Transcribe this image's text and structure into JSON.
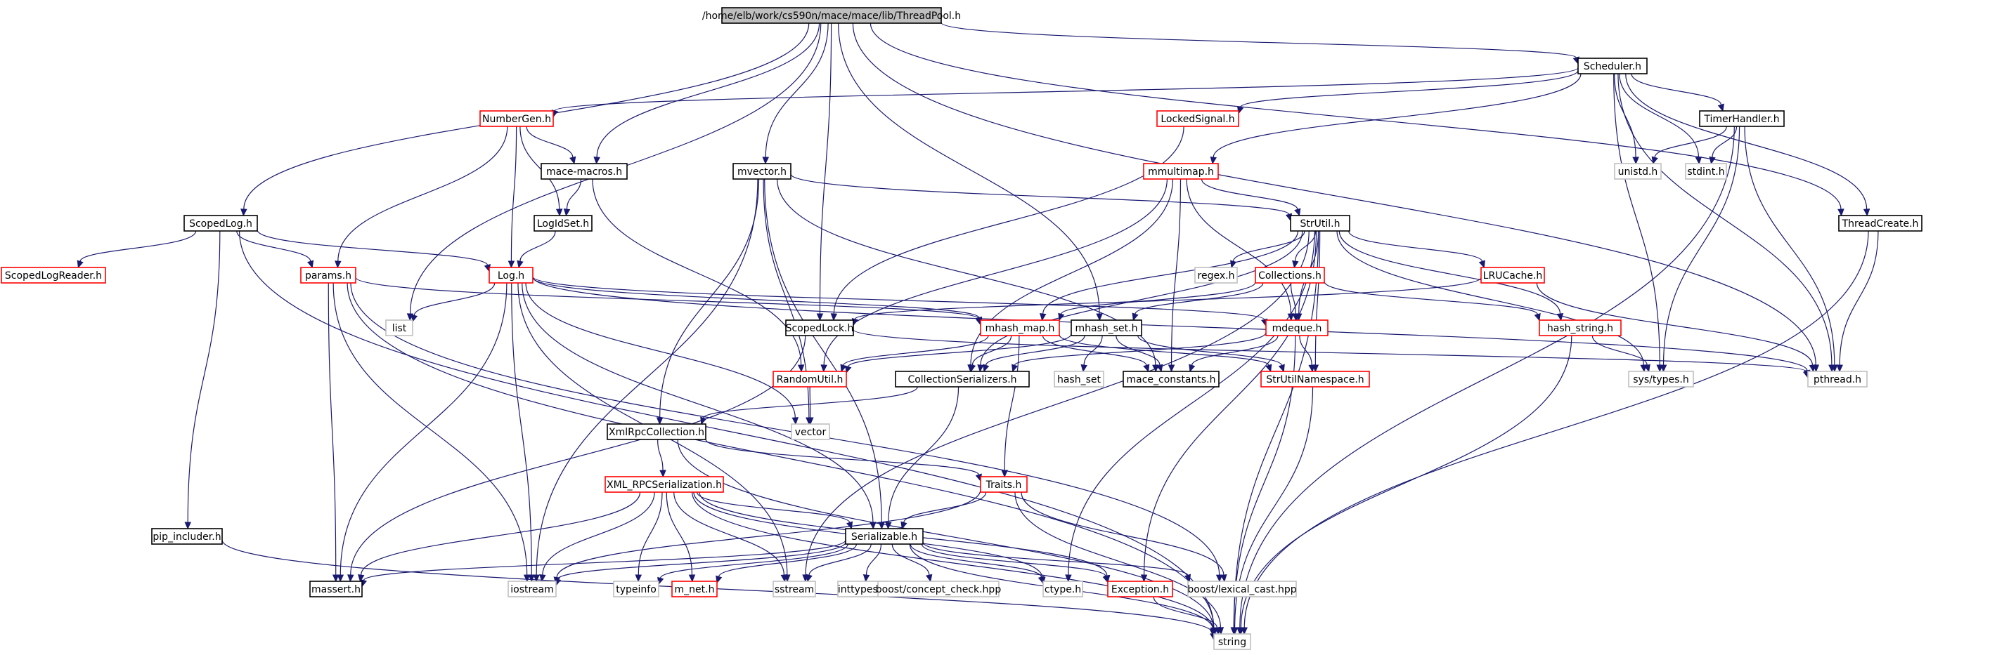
{
  "diagram": {
    "colors": {
      "root_fill": "#bfbfbf",
      "root_border": "#000000",
      "black_border": "#000000",
      "red_border": "#ff0000",
      "gray_border": "#bfbfbf",
      "edge": "#191970"
    },
    "nodes": [
      {
        "id": "root",
        "label": "/home/elb/work/cs590n/mace/mace/lib/ThreadPool.h",
        "style": "root"
      },
      {
        "id": "scheduler",
        "label": "Scheduler.h",
        "style": "black"
      },
      {
        "id": "numbergen",
        "label": "NumberGen.h",
        "style": "red"
      },
      {
        "id": "lockedsignal",
        "label": "LockedSignal.h",
        "style": "red"
      },
      {
        "id": "timerhandler",
        "label": "TimerHandler.h",
        "style": "black"
      },
      {
        "id": "macemacros",
        "label": "mace-macros.h",
        "style": "black"
      },
      {
        "id": "mvector",
        "label": "mvector.h",
        "style": "black"
      },
      {
        "id": "mmultimap",
        "label": "mmultimap.h",
        "style": "red"
      },
      {
        "id": "unistd",
        "label": "unistd.h",
        "style": "gray"
      },
      {
        "id": "stdint",
        "label": "stdint.h",
        "style": "gray"
      },
      {
        "id": "logidset",
        "label": "LogIdSet.h",
        "style": "black"
      },
      {
        "id": "scopedlog",
        "label": "ScopedLog.h",
        "style": "black"
      },
      {
        "id": "strutil",
        "label": "StrUtil.h",
        "style": "black"
      },
      {
        "id": "threadcreate",
        "label": "ThreadCreate.h",
        "style": "black"
      },
      {
        "id": "scopedlogreader",
        "label": "ScopedLogReader.h",
        "style": "red"
      },
      {
        "id": "params",
        "label": "params.h",
        "style": "red"
      },
      {
        "id": "log",
        "label": "Log.h",
        "style": "red"
      },
      {
        "id": "regex",
        "label": "regex.h",
        "style": "gray"
      },
      {
        "id": "collections",
        "label": "Collections.h",
        "style": "red"
      },
      {
        "id": "lrucache",
        "label": "LRUCache.h",
        "style": "red"
      },
      {
        "id": "list",
        "label": "list",
        "style": "gray"
      },
      {
        "id": "scopedlock",
        "label": "ScopedLock.h",
        "style": "black"
      },
      {
        "id": "mhashmap",
        "label": "mhash_map.h",
        "style": "red"
      },
      {
        "id": "mhashset",
        "label": "mhash_set.h",
        "style": "black"
      },
      {
        "id": "mdeque",
        "label": "mdeque.h",
        "style": "red"
      },
      {
        "id": "hashstring",
        "label": "hash_string.h",
        "style": "red"
      },
      {
        "id": "randomutil",
        "label": "RandomUtil.h",
        "style": "red"
      },
      {
        "id": "collser",
        "label": "CollectionSerializers.h",
        "style": "black"
      },
      {
        "id": "hashset",
        "label": "hash_set",
        "style": "gray"
      },
      {
        "id": "maceconst",
        "label": "mace_constants.h",
        "style": "black"
      },
      {
        "id": "strutilns",
        "label": "StrUtilNamespace.h",
        "style": "red"
      },
      {
        "id": "systypes",
        "label": "sys/types.h",
        "style": "gray"
      },
      {
        "id": "pthread",
        "label": "pthread.h",
        "style": "gray"
      },
      {
        "id": "xmlrpccoll",
        "label": "XmlRpcCollection.h",
        "style": "black"
      },
      {
        "id": "vector",
        "label": "vector",
        "style": "gray"
      },
      {
        "id": "xmlrpcser",
        "label": "XML_RPCSerialization.h",
        "style": "red"
      },
      {
        "id": "traits",
        "label": "Traits.h",
        "style": "red"
      },
      {
        "id": "pipincluder",
        "label": "pip_includer.h",
        "style": "black"
      },
      {
        "id": "serializable",
        "label": "Serializable.h",
        "style": "black"
      },
      {
        "id": "massert",
        "label": "massert.h",
        "style": "black"
      },
      {
        "id": "iostream",
        "label": "iostream",
        "style": "gray"
      },
      {
        "id": "typeinfo",
        "label": "typeinfo",
        "style": "gray"
      },
      {
        "id": "mnet",
        "label": "m_net.h",
        "style": "red"
      },
      {
        "id": "sstream",
        "label": "sstream",
        "style": "gray"
      },
      {
        "id": "inttypes",
        "label": "inttypes.h",
        "style": "gray"
      },
      {
        "id": "conceptcheck",
        "label": "boost/concept_check.hpp",
        "style": "gray"
      },
      {
        "id": "ctype",
        "label": "ctype.h",
        "style": "gray"
      },
      {
        "id": "exception",
        "label": "Exception.h",
        "style": "red"
      },
      {
        "id": "lexicalcast",
        "label": "boost/lexical_cast.hpp",
        "style": "gray"
      },
      {
        "id": "string",
        "label": "string",
        "style": "gray"
      }
    ],
    "edges": [
      [
        "root",
        "scheduler"
      ],
      [
        "root",
        "scopedlog"
      ],
      [
        "root",
        "list"
      ],
      [
        "root",
        "macemacros"
      ],
      [
        "root",
        "mvector"
      ],
      [
        "root",
        "scopedlock"
      ],
      [
        "root",
        "mhashset"
      ],
      [
        "root",
        "threadcreate"
      ],
      [
        "root",
        "pthread"
      ],
      [
        "scheduler",
        "numbergen"
      ],
      [
        "scheduler",
        "lockedsignal"
      ],
      [
        "scheduler",
        "mmultimap"
      ],
      [
        "scheduler",
        "timerhandler"
      ],
      [
        "scheduler",
        "unistd"
      ],
      [
        "scheduler",
        "stdint"
      ],
      [
        "scheduler",
        "systypes"
      ],
      [
        "scheduler",
        "pthread"
      ],
      [
        "scheduler",
        "threadcreate"
      ],
      [
        "timerhandler",
        "unistd"
      ],
      [
        "timerhandler",
        "stdint"
      ],
      [
        "timerhandler",
        "systypes"
      ],
      [
        "timerhandler",
        "pthread"
      ],
      [
        "timerhandler",
        "string"
      ],
      [
        "threadcreate",
        "pthread"
      ],
      [
        "threadcreate",
        "string"
      ],
      [
        "numbergen",
        "macemacros"
      ],
      [
        "numbergen",
        "logidset"
      ],
      [
        "numbergen",
        "log"
      ],
      [
        "numbergen",
        "params"
      ],
      [
        "lockedsignal",
        "scopedlock"
      ],
      [
        "macemacros",
        "logidset"
      ],
      [
        "macemacros",
        "randomutil"
      ],
      [
        "logidset",
        "log"
      ],
      [
        "mvector",
        "strutil"
      ],
      [
        "mvector",
        "xmlrpccoll"
      ],
      [
        "mvector",
        "serializable"
      ],
      [
        "mvector",
        "vector"
      ],
      [
        "mvector",
        "maceconst"
      ],
      [
        "mvector",
        "iostream"
      ],
      [
        "mmultimap",
        "strutil"
      ],
      [
        "mmultimap",
        "collser"
      ],
      [
        "mmultimap",
        "mdeque"
      ],
      [
        "mmultimap",
        "maceconst"
      ],
      [
        "mmultimap",
        "randomutil"
      ],
      [
        "scopedlog",
        "scopedlogreader"
      ],
      [
        "scopedlog",
        "params"
      ],
      [
        "scopedlog",
        "log"
      ],
      [
        "scopedlog",
        "pipincluder"
      ],
      [
        "scopedlog",
        "string"
      ],
      [
        "params",
        "mhashmap"
      ],
      [
        "params",
        "massert"
      ],
      [
        "params",
        "iostream"
      ],
      [
        "params",
        "string"
      ],
      [
        "params",
        "lexicalcast"
      ],
      [
        "log",
        "list"
      ],
      [
        "log",
        "mhashmap"
      ],
      [
        "log",
        "mdeque"
      ],
      [
        "log",
        "massert"
      ],
      [
        "log",
        "iostream"
      ],
      [
        "log",
        "vector"
      ],
      [
        "log",
        "serializable"
      ],
      [
        "log",
        "sstream"
      ],
      [
        "log",
        "pthread"
      ],
      [
        "strutil",
        "regex"
      ],
      [
        "strutil",
        "collections"
      ],
      [
        "strutil",
        "lrucache"
      ],
      [
        "strutil",
        "hashstring"
      ],
      [
        "strutil",
        "mhashmap"
      ],
      [
        "strutil",
        "mdeque"
      ],
      [
        "strutil",
        "strutilns"
      ],
      [
        "strutil",
        "systypes"
      ],
      [
        "strutil",
        "ctype"
      ],
      [
        "strutil",
        "exception"
      ],
      [
        "strutil",
        "string"
      ],
      [
        "strutil",
        "sstream"
      ],
      [
        "strutil",
        "collser"
      ],
      [
        "collections",
        "mhashmap"
      ],
      [
        "collections",
        "mhashset"
      ],
      [
        "collections",
        "mdeque"
      ],
      [
        "collections",
        "hashstring"
      ],
      [
        "lrucache",
        "scopedlock"
      ],
      [
        "lrucache",
        "pthread"
      ],
      [
        "scopedlock",
        "massert"
      ],
      [
        "scopedlock",
        "pthread"
      ],
      [
        "mhashmap",
        "randomutil"
      ],
      [
        "mhashmap",
        "collser"
      ],
      [
        "mhashmap",
        "maceconst"
      ],
      [
        "mhashmap",
        "traits"
      ],
      [
        "mhashmap",
        "strutilns"
      ],
      [
        "mhashset",
        "hashset"
      ],
      [
        "mhashset",
        "randomutil"
      ],
      [
        "mhashset",
        "collser"
      ],
      [
        "mhashset",
        "maceconst"
      ],
      [
        "mhashset",
        "strutilns"
      ],
      [
        "mdeque",
        "collser"
      ],
      [
        "mdeque",
        "maceconst"
      ],
      [
        "mdeque",
        "strutilns"
      ],
      [
        "mdeque",
        "string"
      ],
      [
        "hashstring",
        "systypes"
      ],
      [
        "hashstring",
        "string"
      ],
      [
        "randomutil",
        "vector"
      ],
      [
        "collser",
        "xmlrpccoll"
      ],
      [
        "collser",
        "serializable"
      ],
      [
        "strutilns",
        "string"
      ],
      [
        "xmlrpccoll",
        "xmlrpcser"
      ],
      [
        "xmlrpccoll",
        "traits"
      ],
      [
        "xmlrpccoll",
        "string"
      ],
      [
        "xmlrpcser",
        "serializable"
      ],
      [
        "xmlrpcser",
        "massert"
      ],
      [
        "xmlrpcser",
        "iostream"
      ],
      [
        "xmlrpcser",
        "typeinfo"
      ],
      [
        "xmlrpcser",
        "mnet"
      ],
      [
        "xmlrpcser",
        "sstream"
      ],
      [
        "xmlrpcser",
        "ctype"
      ],
      [
        "xmlrpcser",
        "exception"
      ],
      [
        "xmlrpcser",
        "string"
      ],
      [
        "traits",
        "serializable"
      ],
      [
        "traits",
        "iostream"
      ],
      [
        "traits",
        "lexicalcast"
      ],
      [
        "traits",
        "string"
      ],
      [
        "pipincluder",
        "string"
      ],
      [
        "serializable",
        "massert"
      ],
      [
        "serializable",
        "iostream"
      ],
      [
        "serializable",
        "typeinfo"
      ],
      [
        "serializable",
        "mnet"
      ],
      [
        "serializable",
        "sstream"
      ],
      [
        "serializable",
        "inttypes"
      ],
      [
        "serializable",
        "conceptcheck"
      ],
      [
        "serializable",
        "ctype"
      ],
      [
        "serializable",
        "exception"
      ],
      [
        "serializable",
        "lexicalcast"
      ],
      [
        "serializable",
        "string"
      ],
      [
        "exception",
        "string"
      ]
    ]
  }
}
